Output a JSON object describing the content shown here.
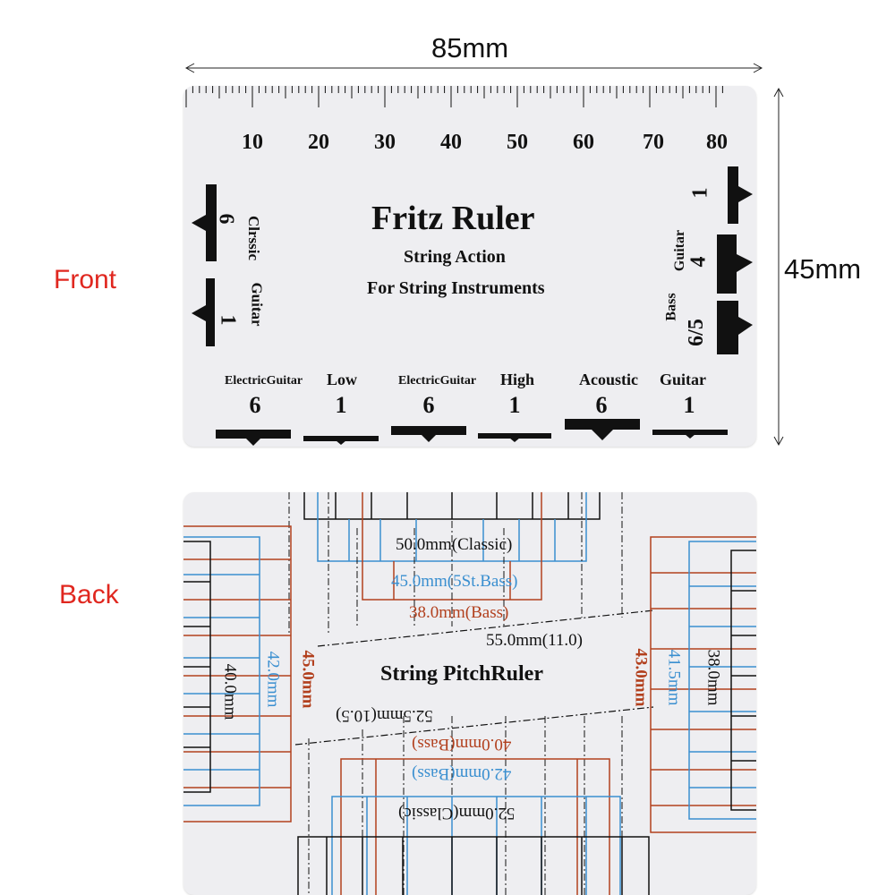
{
  "labels": {
    "front": "Front",
    "back": "Back",
    "width": "85mm",
    "height": "45mm"
  },
  "colors": {
    "label_red": "#e0271f",
    "card": "#eeeef1",
    "blue_line": "#3a8fd0",
    "red_line": "#b2401e",
    "black_line": "#111111"
  },
  "front": {
    "scale": [
      "10",
      "20",
      "30",
      "40",
      "50",
      "60",
      "70",
      "80"
    ],
    "title": "Fritz Ruler",
    "subtitle1": "String Action",
    "subtitle2": "For String Instruments",
    "left_group": {
      "label1": "Clrssic",
      "label2": "Guitar",
      "n1": "6",
      "n2": "1"
    },
    "right_group": {
      "label1": "Bass",
      "label2": "Guitar",
      "n1": "1",
      "n2": "4",
      "n3": "6/5"
    },
    "bottom_groups": [
      {
        "label_a": "ElectricGuitar",
        "label_b": "Low",
        "n1": "6",
        "n2": "1"
      },
      {
        "label_a": "ElectricGuitar",
        "label_b": "High",
        "n1": "6",
        "n2": "1"
      },
      {
        "label_a": "Acoustic",
        "label_b": "Guitar",
        "n1": "6",
        "n2": "1"
      }
    ]
  },
  "back": {
    "title": "String  PitchRuler",
    "m50_classic": "50.0mm(Classic)",
    "m45_5st": "45.0mm(5St.Bass)",
    "m38_bass": "38.0mm(Bass)",
    "m55": "55.0mm(11.0)",
    "m52_5": "52.5mm(10.5)",
    "m40_bass": "40.0mm(Bass)",
    "m42_bass": "42.0mm(Bass)",
    "m52_classic": "52.0mm(Classic)",
    "m40": "40.0mm",
    "m42": "42.0mm",
    "m45": "45.0mm",
    "m43": "43.0mm",
    "m41_5": "41.5mm",
    "m38": "38.0mm"
  }
}
